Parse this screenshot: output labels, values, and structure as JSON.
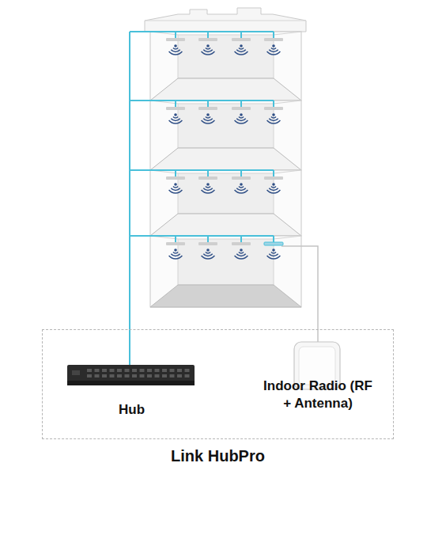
{
  "diagram": {
    "nodes": [
      {
        "text": [
          "Link HubPro"
        ]
      },
      {
        "text": [
          "Hub"
        ],
        "in": 0
      },
      {
        "text": [
          "Indoor Radio (RF + Antenna)"
        ],
        "in": 0
      }
    ]
  }
}
